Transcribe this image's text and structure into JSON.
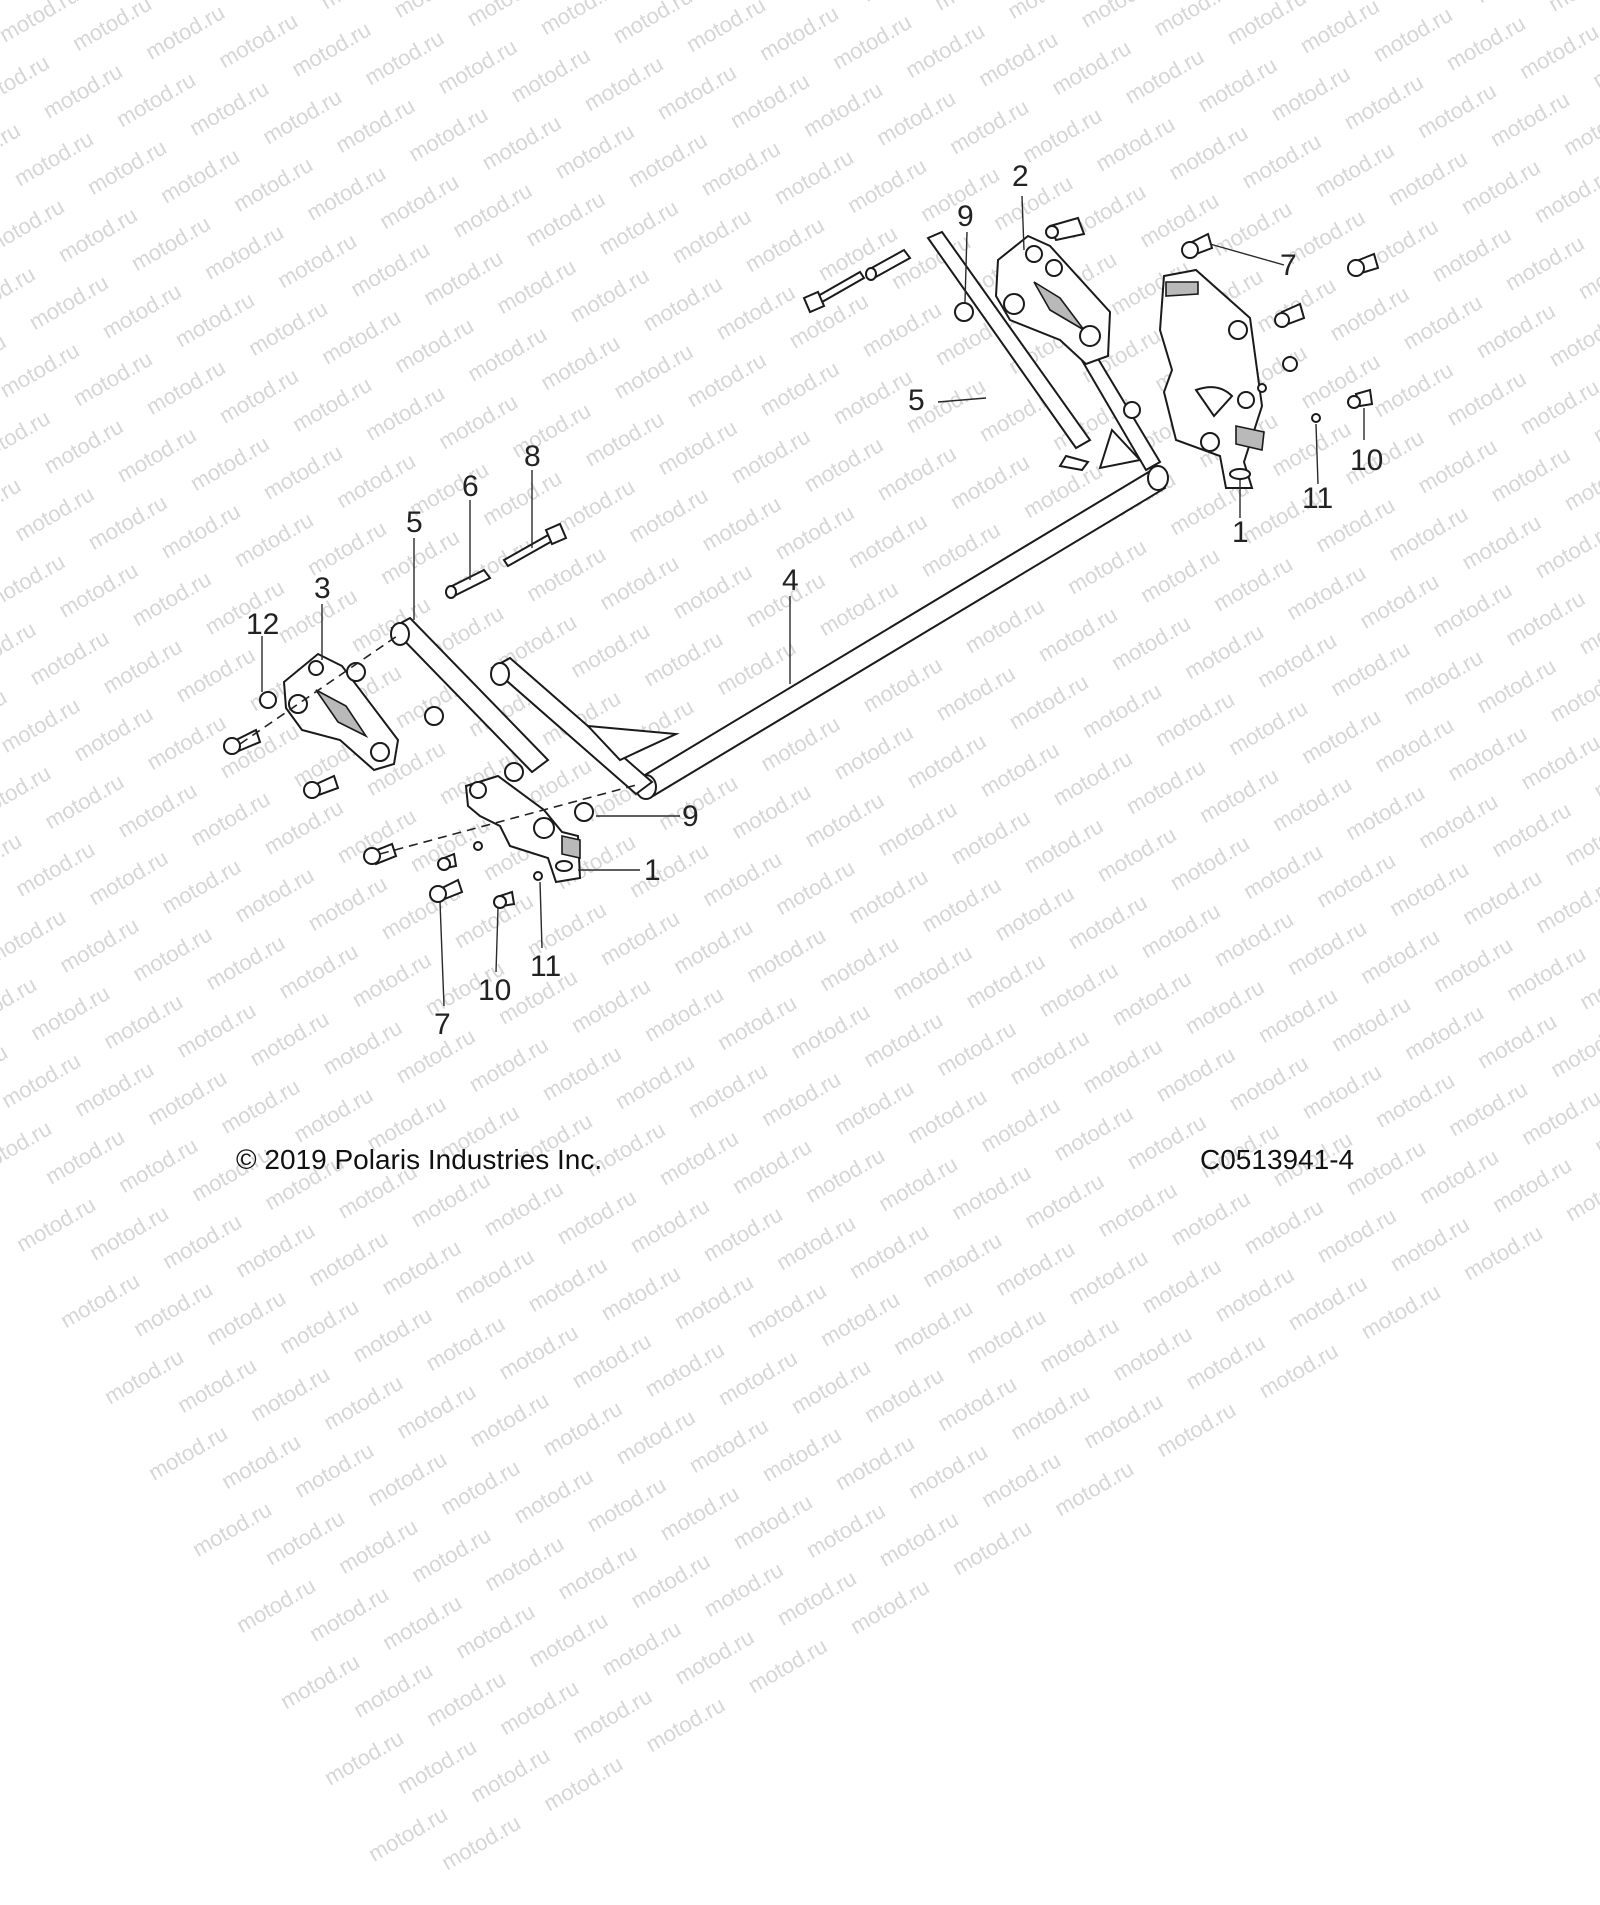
{
  "watermark": "motod.ru",
  "footer": {
    "copyright": "© 2019 Polaris Industries Inc.",
    "code": "C0513941-4"
  },
  "callouts": {
    "c1a": "1",
    "c1b": "1",
    "c2": "2",
    "c3": "3",
    "c4": "4",
    "c5a": "5",
    "c5b": "5",
    "c6": "6",
    "c7a": "7",
    "c7b": "7",
    "c8": "8",
    "c9a": "9",
    "c9b": "9",
    "c10a": "10",
    "c10b": "10",
    "c11a": "11",
    "c11b": "11",
    "c12": "12"
  }
}
